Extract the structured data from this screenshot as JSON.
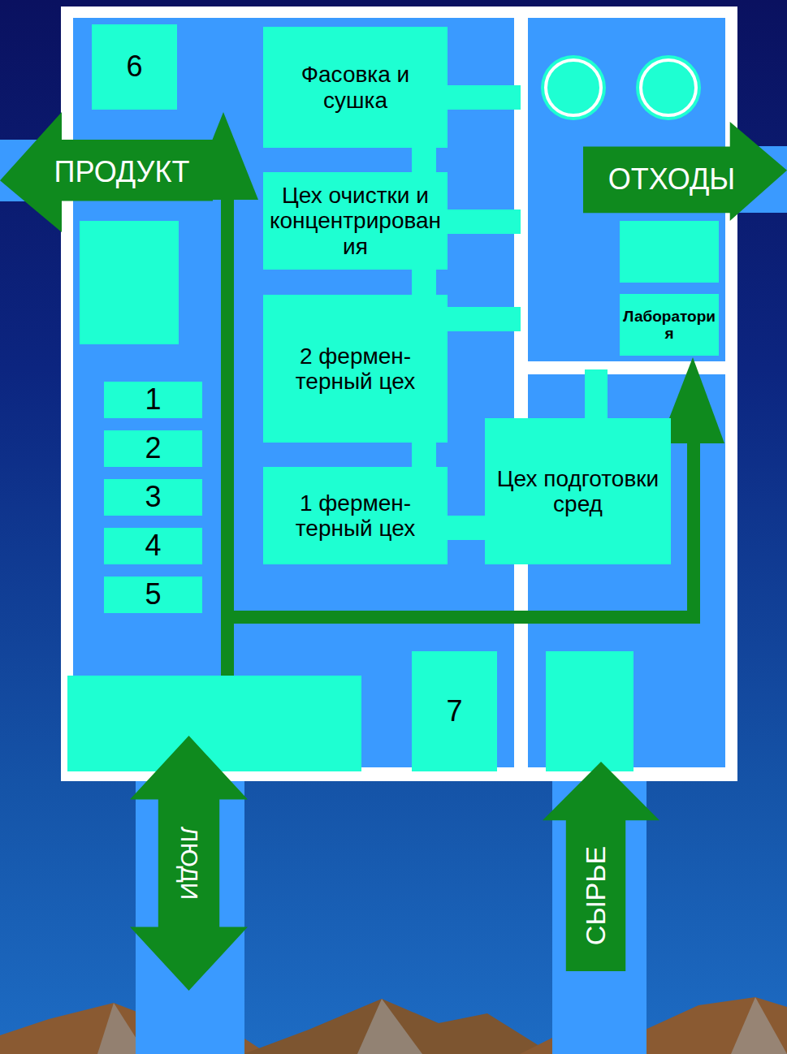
{
  "diagram": {
    "nodes": [
      {
        "text": [
          "6"
        ]
      },
      {
        "text": [
          "Фасовка и сушка"
        ]
      },
      {
        "text": [
          "ПРОДУКТ"
        ]
      },
      {
        "text": [
          "ОТХОДЫ"
        ]
      },
      {
        "text": [
          "Цех очистки и концентрирования"
        ]
      },
      {
        "text": [
          "2 фермен-терный цех"
        ]
      },
      {
        "text": [
          "Лаборатория"
        ]
      },
      {
        "text": [
          "1"
        ]
      },
      {
        "text": [
          "Цех подготовки сред"
        ]
      },
      {
        "text": [
          "2"
        ]
      },
      {
        "text": [
          "1 фермен-терный цех"
        ]
      },
      {
        "text": [
          "3"
        ]
      },
      {
        "text": [
          "4"
        ]
      },
      {
        "text": [
          "5"
        ]
      },
      {
        "text": [
          "7"
        ]
      },
      {
        "text": [
          "ЛЮДИ"
        ]
      },
      {
        "text": [
          "СЫРЬЕ"
        ]
      }
    ],
    "edges": [
      {
        "from": 1,
        "to": 4,
        "arrow": "none"
      },
      {
        "from": 4,
        "to": 5,
        "arrow": "none"
      },
      {
        "from": 5,
        "to": 10,
        "arrow": "none"
      },
      {
        "from": 10,
        "to": 8,
        "arrow": "none"
      }
    ]
  }
}
